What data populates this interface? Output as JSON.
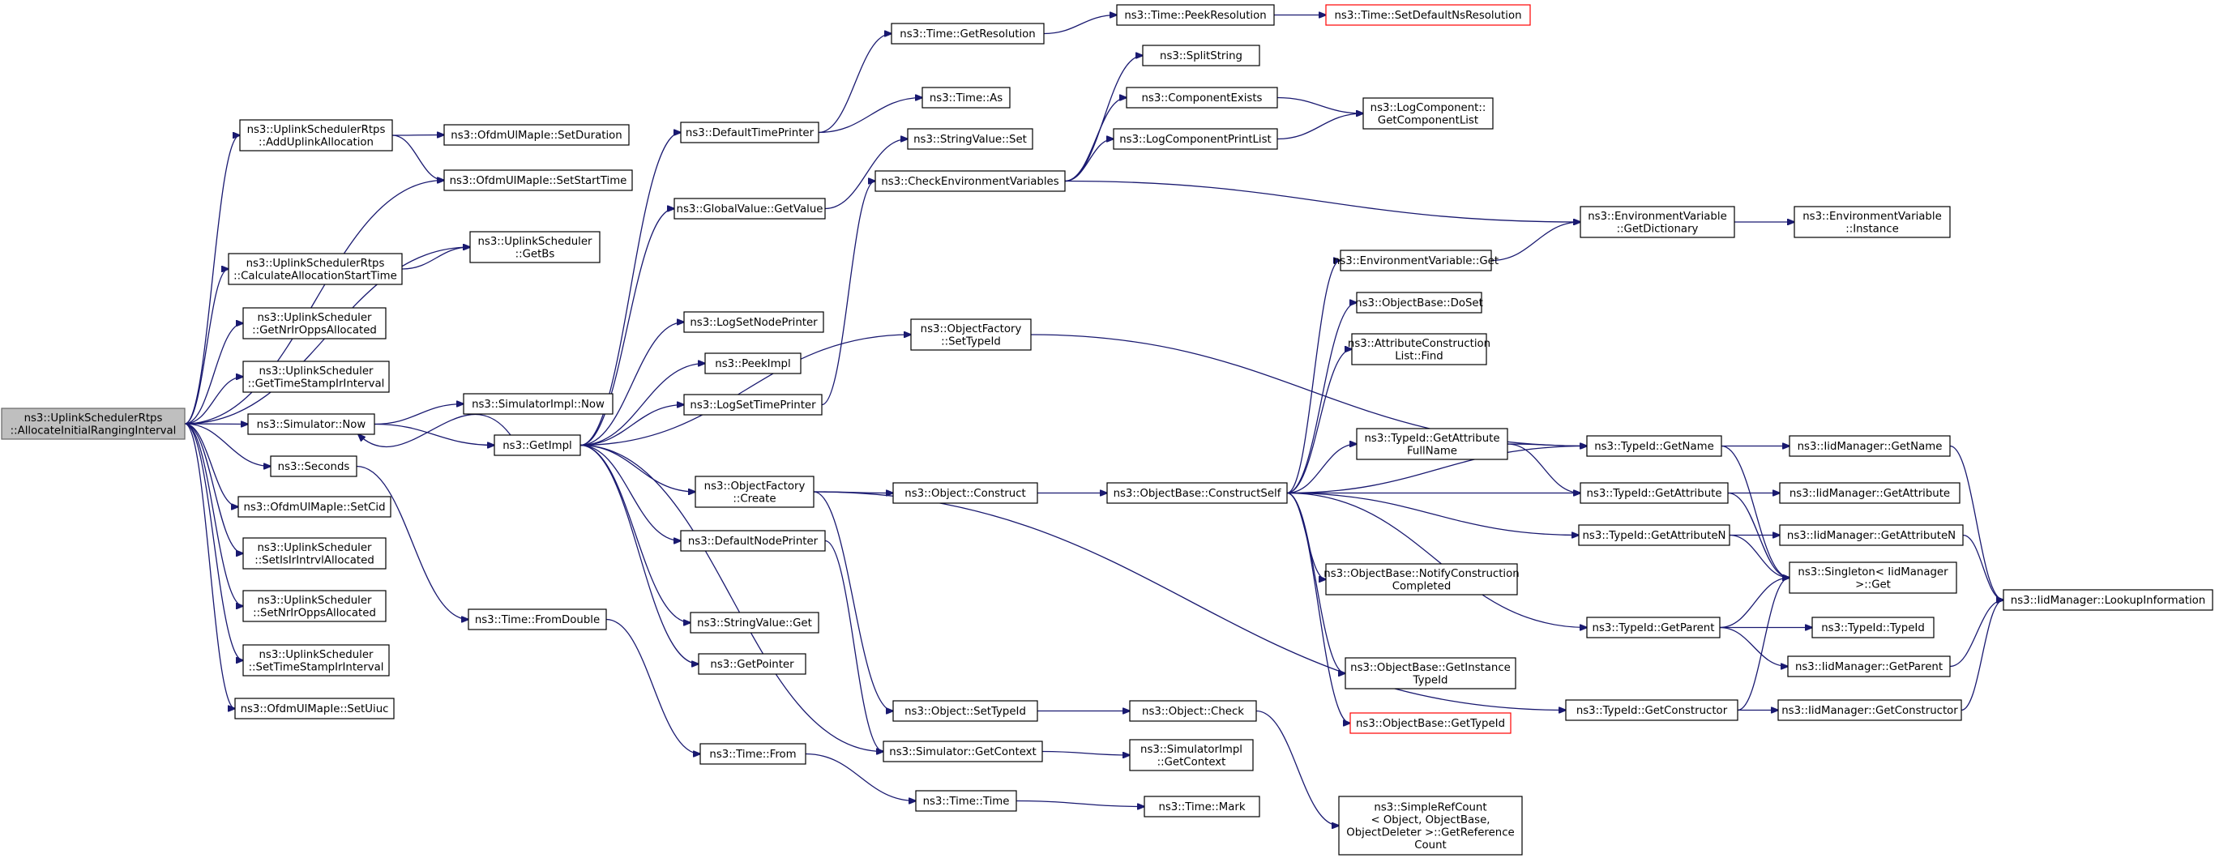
{
  "colors": {
    "edge": "#191970",
    "root_fill": "#bfbfbf",
    "missing_border": "#ff0000"
  },
  "nodes": [
    {
      "id": "root",
      "lines": [
        "ns3::UplinkSchedulerRtps",
        "::AllocateInitialRangingInterval"
      ],
      "style": "root"
    },
    {
      "id": "addUplink",
      "lines": [
        "ns3::UplinkSchedulerRtps",
        "::AddUplinkAllocation"
      ]
    },
    {
      "id": "setDuration",
      "lines": [
        "ns3::OfdmUlMapIe::SetDuration"
      ]
    },
    {
      "id": "setStartTime",
      "lines": [
        "ns3::OfdmUlMapIe::SetStartTime"
      ]
    },
    {
      "id": "getBs",
      "lines": [
        "ns3::UplinkScheduler",
        "::GetBs"
      ]
    },
    {
      "id": "calcAlloc",
      "lines": [
        "ns3::UplinkSchedulerRtps",
        "::CalculateAllocationStartTime"
      ]
    },
    {
      "id": "getNrIr",
      "lines": [
        "ns3::UplinkScheduler",
        "::GetNrIrOppsAllocated"
      ]
    },
    {
      "id": "getTimeStamp",
      "lines": [
        "ns3::UplinkScheduler",
        "::GetTimeStampIrInterval"
      ]
    },
    {
      "id": "simNow",
      "lines": [
        "ns3::Simulator::Now"
      ]
    },
    {
      "id": "seconds",
      "lines": [
        "ns3::Seconds"
      ]
    },
    {
      "id": "setCid",
      "lines": [
        "ns3::OfdmUlMapIe::SetCid"
      ]
    },
    {
      "id": "setIsIr",
      "lines": [
        "ns3::UplinkScheduler",
        "::SetIsIrIntrvlAllocated"
      ]
    },
    {
      "id": "setNrIr",
      "lines": [
        "ns3::UplinkScheduler",
        "::SetNrIrOppsAllocated"
      ]
    },
    {
      "id": "setTimeStamp",
      "lines": [
        "ns3::UplinkScheduler",
        "::SetTimeStampIrInterval"
      ]
    },
    {
      "id": "setUiuc",
      "lines": [
        "ns3::OfdmUlMapIe::SetUiuc"
      ]
    },
    {
      "id": "simImplNow",
      "lines": [
        "ns3::SimulatorImpl::Now"
      ]
    },
    {
      "id": "getImpl",
      "lines": [
        "ns3::GetImpl"
      ]
    },
    {
      "id": "fromDouble",
      "lines": [
        "ns3::Time::FromDouble"
      ]
    },
    {
      "id": "timeFrom",
      "lines": [
        "ns3::Time::From"
      ]
    },
    {
      "id": "defTimePrinter",
      "lines": [
        "ns3::DefaultTimePrinter"
      ]
    },
    {
      "id": "globalGetValue",
      "lines": [
        "ns3::GlobalValue::GetValue"
      ]
    },
    {
      "id": "logSetNodePrinter",
      "lines": [
        "ns3::LogSetNodePrinter"
      ]
    },
    {
      "id": "peekImpl",
      "lines": [
        "ns3::PeekImpl"
      ]
    },
    {
      "id": "logSetTimePrinter",
      "lines": [
        "ns3::LogSetTimePrinter"
      ]
    },
    {
      "id": "objFactoryCreate",
      "lines": [
        "ns3::ObjectFactory",
        "::Create"
      ]
    },
    {
      "id": "defNodePrinter",
      "lines": [
        "ns3::DefaultNodePrinter"
      ]
    },
    {
      "id": "strValueGet",
      "lines": [
        "ns3::StringValue::Get"
      ]
    },
    {
      "id": "getPointer",
      "lines": [
        "ns3::GetPointer"
      ]
    },
    {
      "id": "getResolution",
      "lines": [
        "ns3::Time::GetResolution"
      ]
    },
    {
      "id": "timeAs",
      "lines": [
        "ns3::Time::As"
      ]
    },
    {
      "id": "strValueSet",
      "lines": [
        "ns3::StringValue::Set"
      ]
    },
    {
      "id": "checkEnv",
      "lines": [
        "ns3::CheckEnvironmentVariables"
      ]
    },
    {
      "id": "objFactorySetTypeId",
      "lines": [
        "ns3::ObjectFactory",
        "::SetTypeId"
      ]
    },
    {
      "id": "objConstruct",
      "lines": [
        "ns3::Object::Construct"
      ]
    },
    {
      "id": "objSetTypeId",
      "lines": [
        "ns3::Object::SetTypeId"
      ]
    },
    {
      "id": "simGetContext",
      "lines": [
        "ns3::Simulator::GetContext"
      ]
    },
    {
      "id": "timeTime",
      "lines": [
        "ns3::Time::Time"
      ]
    },
    {
      "id": "peekResolution",
      "lines": [
        "ns3::Time::PeekResolution"
      ]
    },
    {
      "id": "setDefaultNs",
      "lines": [
        "ns3::Time::SetDefaultNsResolution"
      ],
      "style": "red"
    },
    {
      "id": "splitString",
      "lines": [
        "ns3::SplitString"
      ]
    },
    {
      "id": "componentExists",
      "lines": [
        "ns3::ComponentExists"
      ]
    },
    {
      "id": "logCompPrintList",
      "lines": [
        "ns3::LogComponentPrintList"
      ]
    },
    {
      "id": "logCompGetList",
      "lines": [
        "ns3::LogComponent::",
        "GetComponentList"
      ]
    },
    {
      "id": "envVarGet",
      "lines": [
        "ns3::EnvironmentVariable::Get"
      ]
    },
    {
      "id": "objBaseDoSet",
      "lines": [
        "ns3::ObjectBase::DoSet"
      ]
    },
    {
      "id": "attrConstrFind",
      "lines": [
        "ns3::AttributeConstruction",
        "List::Find"
      ]
    },
    {
      "id": "typeIdGetAttrFullName",
      "lines": [
        "ns3::TypeId::GetAttribute",
        "FullName"
      ]
    },
    {
      "id": "objBaseConstructSelf",
      "lines": [
        "ns3::ObjectBase::ConstructSelf"
      ]
    },
    {
      "id": "objBaseNotify",
      "lines": [
        "ns3::ObjectBase::NotifyConstruction",
        "Completed"
      ]
    },
    {
      "id": "objBaseGetInstance",
      "lines": [
        "ns3::ObjectBase::GetInstance",
        "TypeId"
      ]
    },
    {
      "id": "objBaseGetTypeId",
      "lines": [
        "ns3::ObjectBase::GetTypeId"
      ],
      "style": "red"
    },
    {
      "id": "objCheck",
      "lines": [
        "ns3::Object::Check"
      ]
    },
    {
      "id": "simImplGetContext",
      "lines": [
        "ns3::SimulatorImpl",
        "::GetContext"
      ]
    },
    {
      "id": "timeMark",
      "lines": [
        "ns3::Time::Mark"
      ]
    },
    {
      "id": "simpleRefCount",
      "lines": [
        "ns3::SimpleRefCount",
        "< Object, ObjectBase,",
        "ObjectDeleter >::GetReference",
        "Count"
      ]
    },
    {
      "id": "envVarGetDict",
      "lines": [
        "ns3::EnvironmentVariable",
        "::GetDictionary"
      ]
    },
    {
      "id": "envVarInstance",
      "lines": [
        "ns3::EnvironmentVariable",
        "::Instance"
      ]
    },
    {
      "id": "typeIdGetName",
      "lines": [
        "ns3::TypeId::GetName"
      ]
    },
    {
      "id": "typeIdGetAttribute",
      "lines": [
        "ns3::TypeId::GetAttribute"
      ]
    },
    {
      "id": "typeIdGetAttributeN",
      "lines": [
        "ns3::TypeId::GetAttributeN"
      ]
    },
    {
      "id": "typeIdGetParent",
      "lines": [
        "ns3::TypeId::GetParent"
      ]
    },
    {
      "id": "typeIdGetConstructor",
      "lines": [
        "ns3::TypeId::GetConstructor"
      ]
    },
    {
      "id": "iidGetName",
      "lines": [
        "ns3::IidManager::GetName"
      ]
    },
    {
      "id": "iidGetAttribute",
      "lines": [
        "ns3::IidManager::GetAttribute"
      ]
    },
    {
      "id": "iidGetAttributeN",
      "lines": [
        "ns3::IidManager::GetAttributeN"
      ]
    },
    {
      "id": "singletonGet",
      "lines": [
        "ns3::Singleton< IidManager",
        ">::Get"
      ]
    },
    {
      "id": "typeIdTypeId",
      "lines": [
        "ns3::TypeId::TypeId"
      ]
    },
    {
      "id": "iidGetParent",
      "lines": [
        "ns3::IidManager::GetParent"
      ]
    },
    {
      "id": "iidGetConstructor",
      "lines": [
        "ns3::IidManager::GetConstructor"
      ]
    },
    {
      "id": "iidLookup",
      "lines": [
        "ns3::IidManager::LookupInformation"
      ]
    }
  ],
  "edges": [
    [
      "root",
      "addUplink"
    ],
    [
      "root",
      "setStartTime"
    ],
    [
      "root",
      "getBs"
    ],
    [
      "root",
      "calcAlloc"
    ],
    [
      "root",
      "getNrIr"
    ],
    [
      "root",
      "getTimeStamp"
    ],
    [
      "root",
      "simNow"
    ],
    [
      "root",
      "seconds"
    ],
    [
      "root",
      "setCid"
    ],
    [
      "root",
      "setIsIr"
    ],
    [
      "root",
      "setNrIr"
    ],
    [
      "root",
      "setTimeStamp"
    ],
    [
      "root",
      "setUiuc"
    ],
    [
      "addUplink",
      "setDuration"
    ],
    [
      "addUplink",
      "setStartTime"
    ],
    [
      "calcAlloc",
      "getBs"
    ],
    [
      "simNow",
      "simImplNow"
    ],
    [
      "simNow",
      "getImpl"
    ],
    [
      "seconds",
      "fromDouble"
    ],
    [
      "fromDouble",
      "timeFrom"
    ],
    [
      "getImpl",
      "defTimePrinter"
    ],
    [
      "getImpl",
      "globalGetValue"
    ],
    [
      "getImpl",
      "logSetNodePrinter"
    ],
    [
      "getImpl",
      "peekImpl"
    ],
    [
      "getImpl",
      "logSetTimePrinter"
    ],
    [
      "getImpl",
      "objFactorySetTypeId"
    ],
    [
      "getImpl",
      "objFactoryCreate"
    ],
    [
      "getImpl",
      "defNodePrinter"
    ],
    [
      "getImpl",
      "strValueGet"
    ],
    [
      "getImpl",
      "getPointer"
    ],
    [
      "getImpl",
      "simNow"
    ],
    [
      "getImpl",
      "simGetContext"
    ],
    [
      "defTimePrinter",
      "getResolution"
    ],
    [
      "defTimePrinter",
      "timeAs"
    ],
    [
      "globalGetValue",
      "strValueSet"
    ],
    [
      "logSetTimePrinter",
      "checkEnv"
    ],
    [
      "objFactoryCreate",
      "objConstruct"
    ],
    [
      "objFactoryCreate",
      "objSetTypeId"
    ],
    [
      "objFactoryCreate",
      "typeIdGetConstructor"
    ],
    [
      "defNodePrinter",
      "simGetContext"
    ],
    [
      "getResolution",
      "peekResolution"
    ],
    [
      "peekResolution",
      "setDefaultNs"
    ],
    [
      "checkEnv",
      "splitString"
    ],
    [
      "checkEnv",
      "componentExists"
    ],
    [
      "checkEnv",
      "logCompPrintList"
    ],
    [
      "checkEnv",
      "envVarGetDict"
    ],
    [
      "componentExists",
      "logCompGetList"
    ],
    [
      "logCompPrintList",
      "logCompGetList"
    ],
    [
      "objFactorySetTypeId",
      "typeIdGetName"
    ],
    [
      "objConstruct",
      "objBaseConstructSelf"
    ],
    [
      "objSetTypeId",
      "objCheck"
    ],
    [
      "simGetContext",
      "simImplGetContext"
    ],
    [
      "timeFrom",
      "timeTime"
    ],
    [
      "timeTime",
      "timeMark"
    ],
    [
      "objCheck",
      "simpleRefCount"
    ],
    [
      "objBaseConstructSelf",
      "envVarGet"
    ],
    [
      "objBaseConstructSelf",
      "objBaseDoSet"
    ],
    [
      "objBaseConstructSelf",
      "attrConstrFind"
    ],
    [
      "objBaseConstructSelf",
      "typeIdGetAttrFullName"
    ],
    [
      "objBaseConstructSelf",
      "typeIdGetName"
    ],
    [
      "objBaseConstructSelf",
      "typeIdGetAttribute"
    ],
    [
      "objBaseConstructSelf",
      "typeIdGetAttributeN"
    ],
    [
      "objBaseConstructSelf",
      "objBaseNotify"
    ],
    [
      "objBaseConstructSelf",
      "objBaseGetInstance"
    ],
    [
      "objBaseConstructSelf",
      "objBaseGetTypeId"
    ],
    [
      "objBaseConstructSelf",
      "typeIdGetParent"
    ],
    [
      "envVarGet",
      "envVarGetDict"
    ],
    [
      "envVarGetDict",
      "envVarInstance"
    ],
    [
      "typeIdGetAttrFullName",
      "typeIdGetName"
    ],
    [
      "typeIdGetAttrFullName",
      "typeIdGetAttribute"
    ],
    [
      "typeIdGetName",
      "iidGetName"
    ],
    [
      "typeIdGetName",
      "singletonGet"
    ],
    [
      "typeIdGetAttribute",
      "iidGetAttribute"
    ],
    [
      "typeIdGetAttribute",
      "singletonGet"
    ],
    [
      "typeIdGetAttributeN",
      "iidGetAttributeN"
    ],
    [
      "typeIdGetAttributeN",
      "singletonGet"
    ],
    [
      "typeIdGetParent",
      "typeIdTypeId"
    ],
    [
      "typeIdGetParent",
      "iidGetParent"
    ],
    [
      "typeIdGetParent",
      "singletonGet"
    ],
    [
      "typeIdGetConstructor",
      "iidGetConstructor"
    ],
    [
      "typeIdGetConstructor",
      "singletonGet"
    ],
    [
      "iidGetName",
      "iidLookup"
    ],
    [
      "iidGetAttributeN",
      "iidLookup"
    ],
    [
      "iidGetParent",
      "iidLookup"
    ],
    [
      "iidGetConstructor",
      "iidLookup"
    ]
  ]
}
